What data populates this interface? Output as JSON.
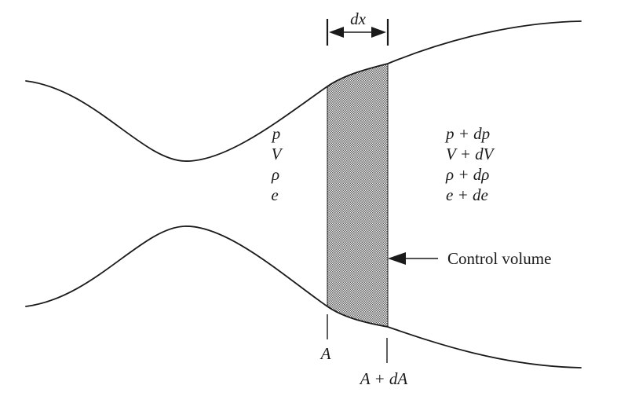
{
  "figure": {
    "colors": {
      "background": "#ffffff",
      "ink": "#1a1a1a",
      "stipple_dark": "#5f5f5f",
      "stipple_light": "#efefef"
    },
    "dx_annotation": {
      "label": "dx"
    },
    "left_state": {
      "pressure": "p",
      "velocity": "V",
      "density": "ρ",
      "energy": "e"
    },
    "right_state": {
      "pressure": "p + dp",
      "velocity": "V + dV",
      "density": "ρ + dρ",
      "energy": "e + de"
    },
    "control_volume": {
      "label": "Control volume"
    },
    "stations": {
      "left_area": "A",
      "right_area": "A + dA"
    }
  }
}
